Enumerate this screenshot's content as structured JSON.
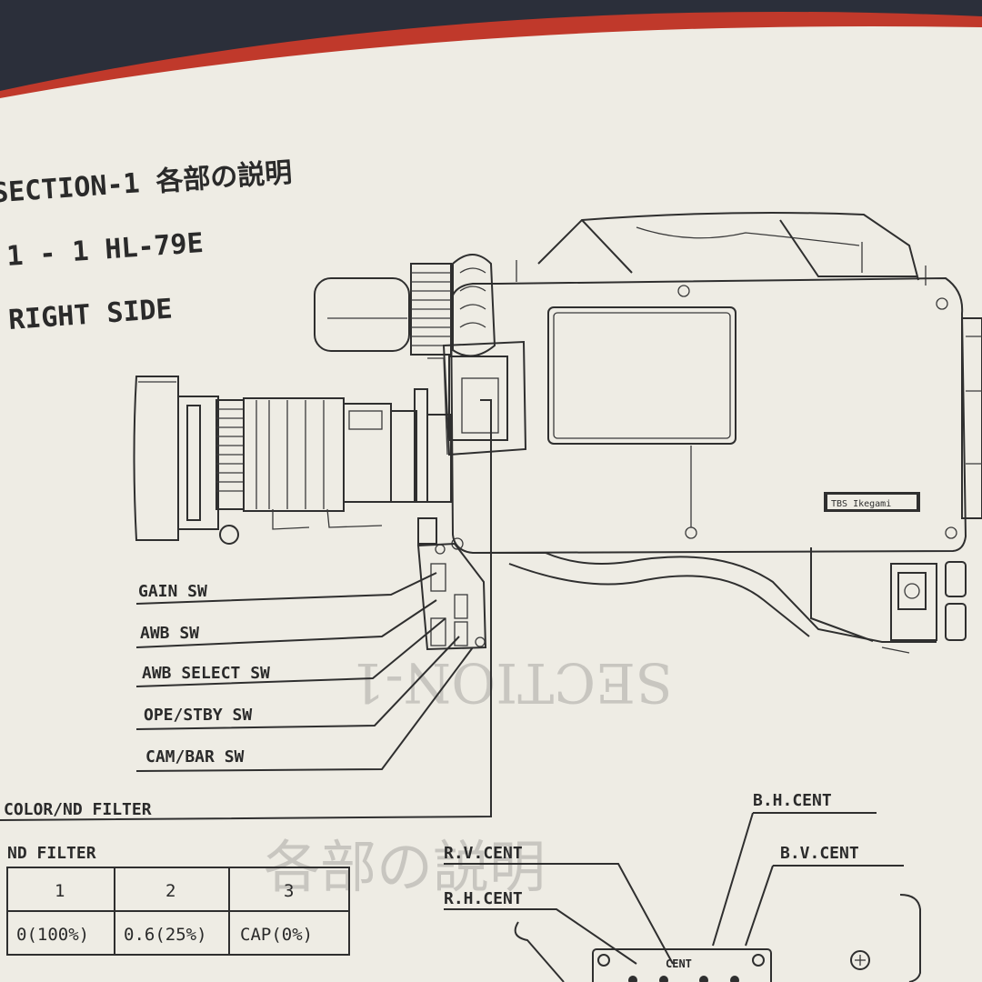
{
  "document": {
    "section_title": "SECTION-1  各部の説明",
    "subsection": "1 - 1  HL-79E",
    "view_title": "RIGHT SIDE",
    "ghost_text_1": "SECTION-1",
    "ghost_text_2": "各部の説明",
    "badge_text": "TBS  Ikegami",
    "callouts": [
      "GAIN SW",
      "AWB SW",
      "AWB SELECT SW",
      "OPE/STBY SW",
      "CAM/BAR SW",
      "COLOR/ND FILTER"
    ],
    "nd_filter": {
      "title": "ND FILTER",
      "headers": [
        "1",
        "2",
        "3"
      ],
      "values": [
        "0(100%)",
        "0.6(25%)",
        "CAP(0%)"
      ]
    },
    "centering_labels": [
      "B.H.CENT",
      "R.V.CENT",
      "B.V.CENT",
      "R.H.CENT"
    ],
    "panel_text": "CENT"
  },
  "colors": {
    "page": "#eeece4",
    "ink": "#2f2f2f",
    "background": "#2b2f3a",
    "book_edge": "#c0392b"
  }
}
